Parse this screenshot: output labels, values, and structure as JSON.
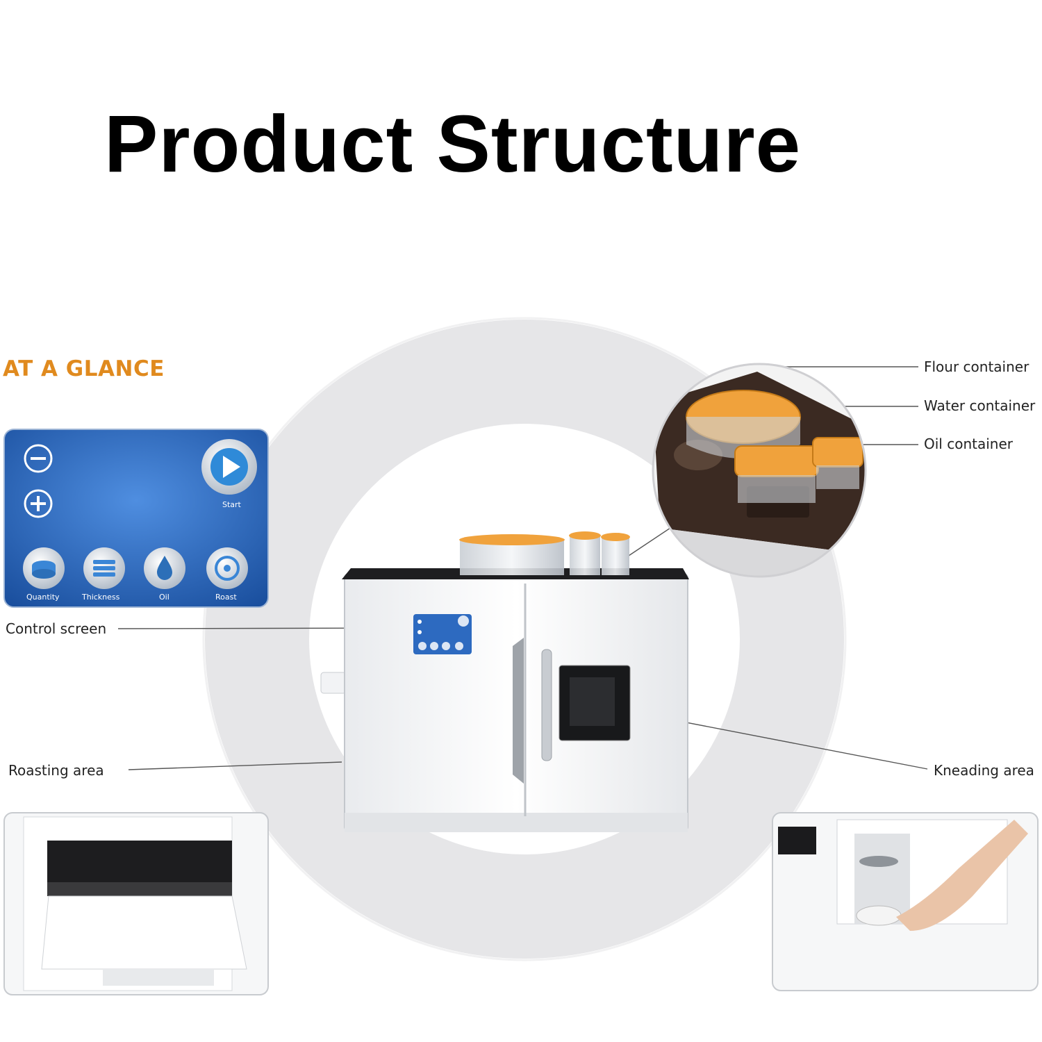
{
  "title": "Product Structure",
  "section_heading": "AT A GLANCE",
  "control_panel": {
    "start_label": "Start",
    "buttons": [
      "Quantity",
      "Thickness",
      "Oil",
      "Roast"
    ]
  },
  "callouts": {
    "control_screen": "Control screen",
    "roasting_area": "Roasting area",
    "kneading_area": "Kneading area",
    "flour_container": "Flour container",
    "water_container": "Water container",
    "oil_container": "Oil container"
  },
  "colors": {
    "heading_accent": "#e08a1e",
    "panel_blue": "#1f5fb5",
    "lid_orange": "#f0a23c"
  }
}
